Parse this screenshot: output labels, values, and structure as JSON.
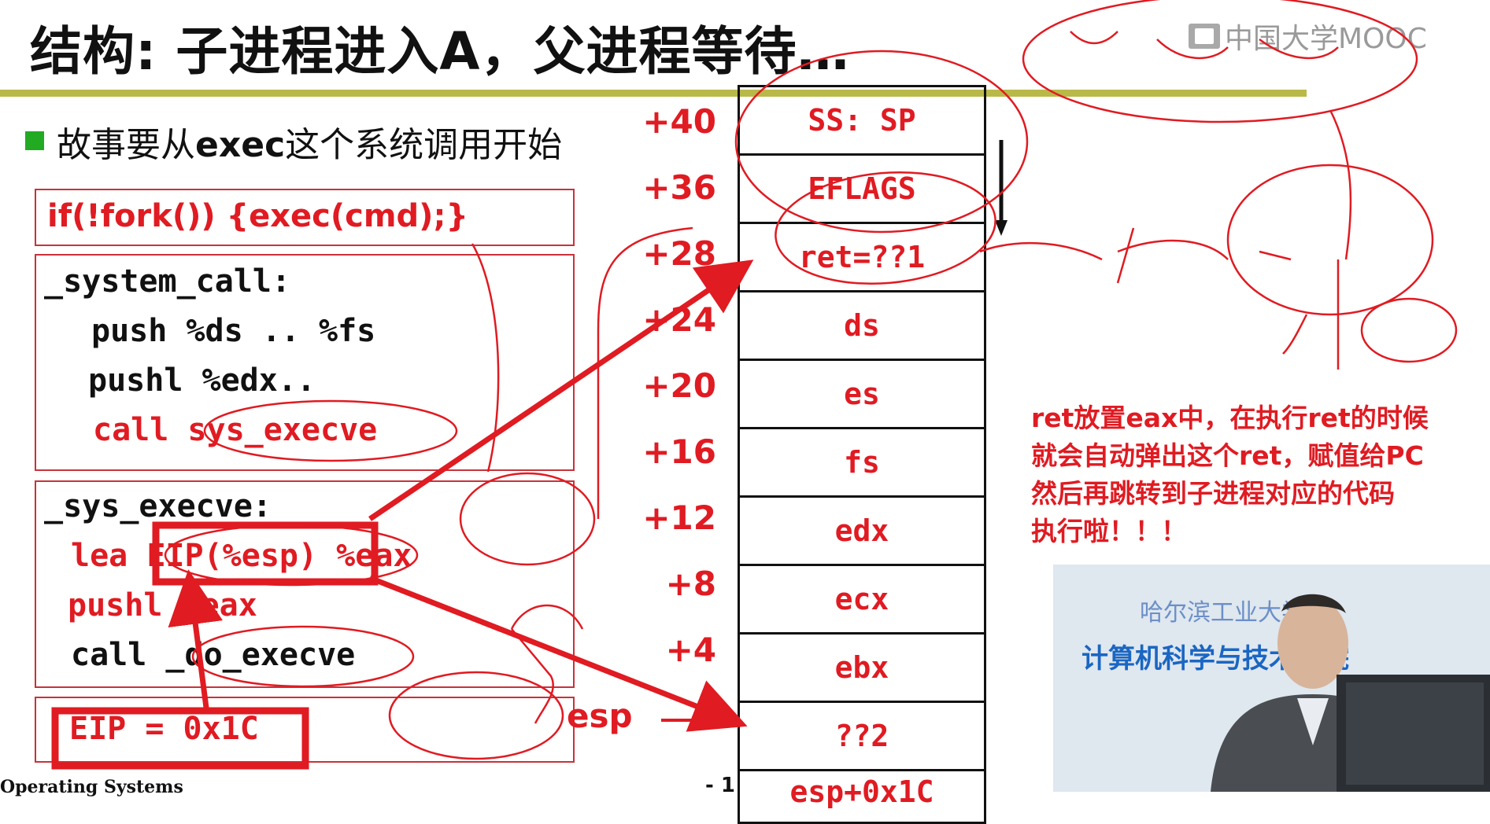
{
  "slide": {
    "title": "结构: 子进程进入A，父进程等待…",
    "logo_text": "中国大学MOOC",
    "bullet": {
      "prefix": "故事要从",
      "keyword": "exec",
      "suffix": "这个系统调用开始"
    },
    "code": {
      "fork_line": "if(!fork()) {exec(cmd);}",
      "box2": [
        "_system_call:",
        "push %ds .. %fs",
        "pushl %edx..",
        "call sys_execve"
      ],
      "box3": [
        "_sys_execve:",
        "lea EIP(%esp) %eax",
        "pushl %eax",
        "call _do_execve"
      ],
      "box4": "EIP = 0x1C"
    },
    "stack_offsets": [
      "+40",
      "+36",
      "+28",
      "+24",
      "+20",
      "+16",
      "+12",
      "+8",
      "+4",
      "esp"
    ],
    "stack_cells": [
      "SS: SP",
      "EFLAGS",
      "ret=??1",
      "ds",
      "es",
      "fs",
      "edx",
      "ecx",
      "ebx",
      "??2",
      "esp+0x1C"
    ],
    "note_lines": [
      "ret放置eax中，在执行ret的时候",
      "就会自动弹出这个ret，赋值给PC",
      "然后再跳转到子进程对应的代码",
      "执行啦！！！"
    ],
    "video": {
      "banner": "计算机科学与技术学院",
      "banner2": "哈尔滨工业大学"
    },
    "footer": "Operating Systems",
    "page_number": "- 1"
  },
  "colors": {
    "accent_red": "#e01b22",
    "rule": "#b9b949",
    "bullet": "#22aa22"
  }
}
